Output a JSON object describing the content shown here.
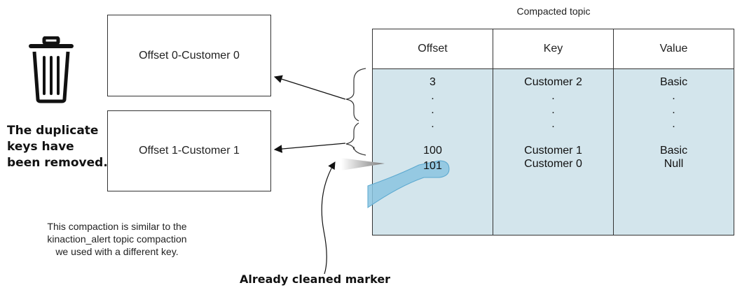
{
  "title": "Compacted topic",
  "columns": [
    "Offset",
    "Key",
    "Value"
  ],
  "rows": [
    {
      "offset": "3",
      "key": "Customer 2",
      "value": "Basic"
    },
    {
      "offset": ".",
      "key": ".",
      "value": "."
    },
    {
      "offset": ".",
      "key": ".",
      "value": "."
    },
    {
      "offset": ".",
      "key": ".",
      "value": "."
    },
    {
      "offset": "100",
      "key": "Customer 1",
      "value": "Basic"
    },
    {
      "offset": "101",
      "key": "Customer 0",
      "value": "Null"
    }
  ],
  "removed_boxes": [
    "Offset 0-Customer 0",
    "Offset 1-Customer 1"
  ],
  "notes": {
    "removed": [
      "The duplicate",
      "keys have",
      "been removed."
    ],
    "similar": [
      "This compaction is similar to the",
      "kinaction_alert topic compaction",
      "we used with a different key."
    ],
    "marker": "Already cleaned marker"
  },
  "colors": {
    "table_body": "#d3e5ec",
    "marker": "#8ac4e0",
    "line": "#333333"
  },
  "icons": {
    "trash": "trash-icon"
  }
}
